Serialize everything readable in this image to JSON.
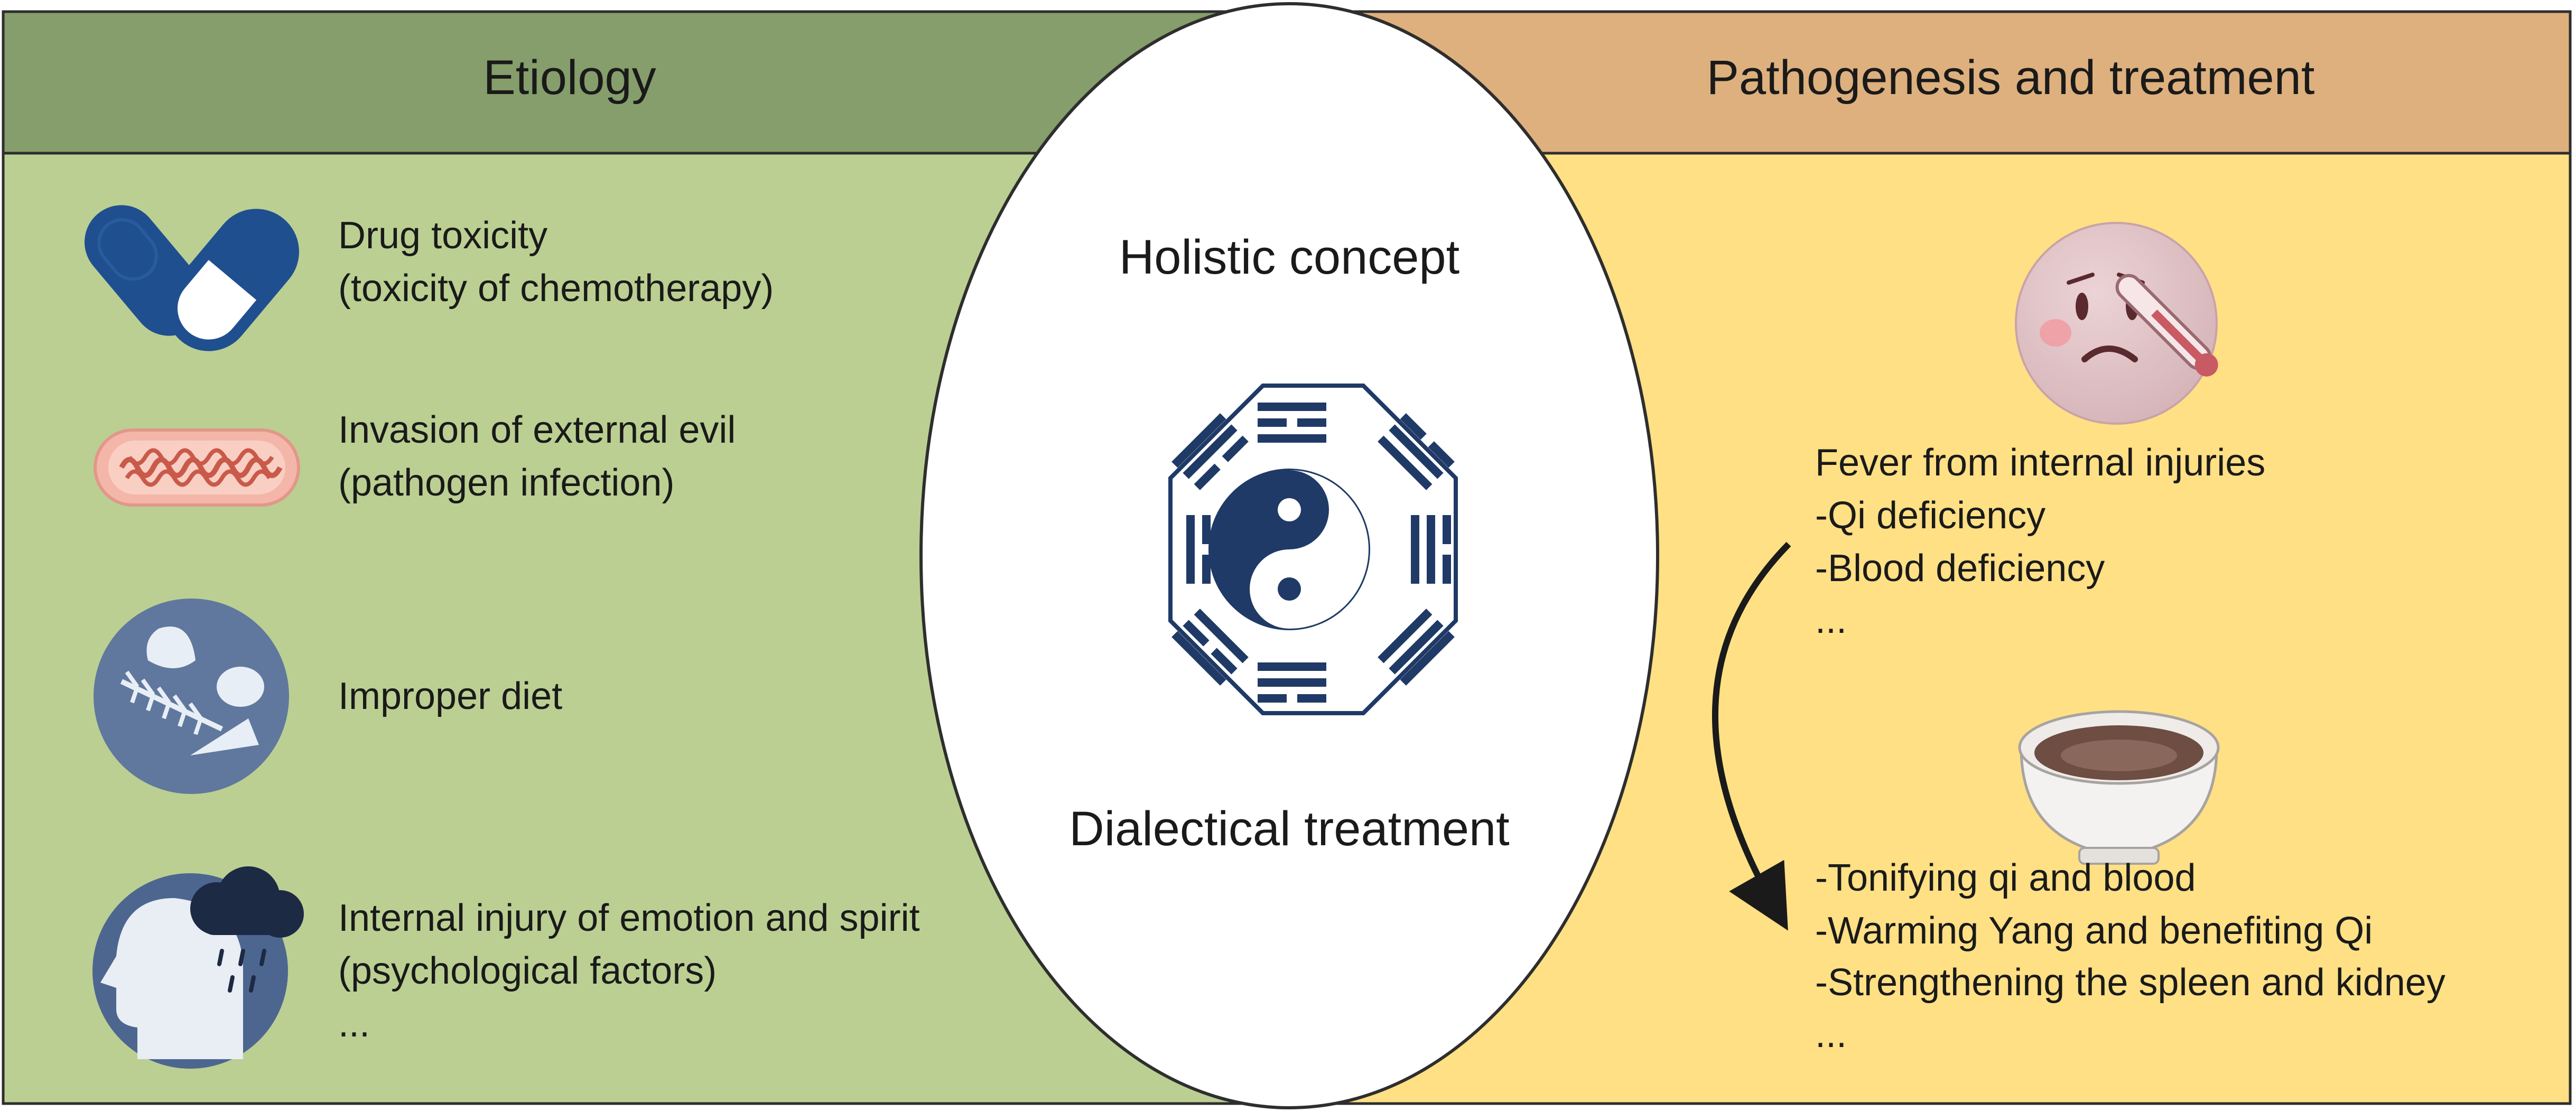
{
  "left_panel": {
    "title": "Etiology",
    "items": [
      {
        "icon": "capsule-pills-icon",
        "line1": "Drug toxicity",
        "line2": "(toxicity of chemotherapy)",
        "line3": ""
      },
      {
        "icon": "bacterium-icon",
        "line1": "Invasion of external evil",
        "line2": "(pathogen infection)",
        "line3": ""
      },
      {
        "icon": "spoiled-food-icon",
        "line1": "Improper diet",
        "line2": "",
        "line3": ""
      },
      {
        "icon": "rain-cloud-head-icon",
        "line1": "Internal injury of emotion and spirit",
        "line2": "(psychological factors)",
        "line3": "..."
      }
    ]
  },
  "center": {
    "top_text": "Holistic concept",
    "bottom_text": "Dialectical treatment",
    "symbol": "bagua-yin-yang-icon"
  },
  "right_panel": {
    "title": "Pathogenesis and treatment",
    "pathogenesis_lines": [
      "Fever from internal injuries",
      "-Qi deficiency",
      "-Blood deficiency",
      "..."
    ],
    "treatment_lines": [
      "-Tonifying qi and blood",
      "-Warming Yang and benefiting Qi",
      "-Strengthening the spleen and kidney",
      "..."
    ],
    "icons": [
      "sick-face-thermometer-icon",
      "herbal-medicine-bowl-icon",
      "curved-arrow-icon"
    ]
  },
  "colors": {
    "left_header": "#859E6B",
    "left_body": "#BBCF92",
    "right_header": "#DDB07E",
    "right_body": "#FFE085",
    "navy": "#1F3A66",
    "line": "#1a1a1a"
  }
}
